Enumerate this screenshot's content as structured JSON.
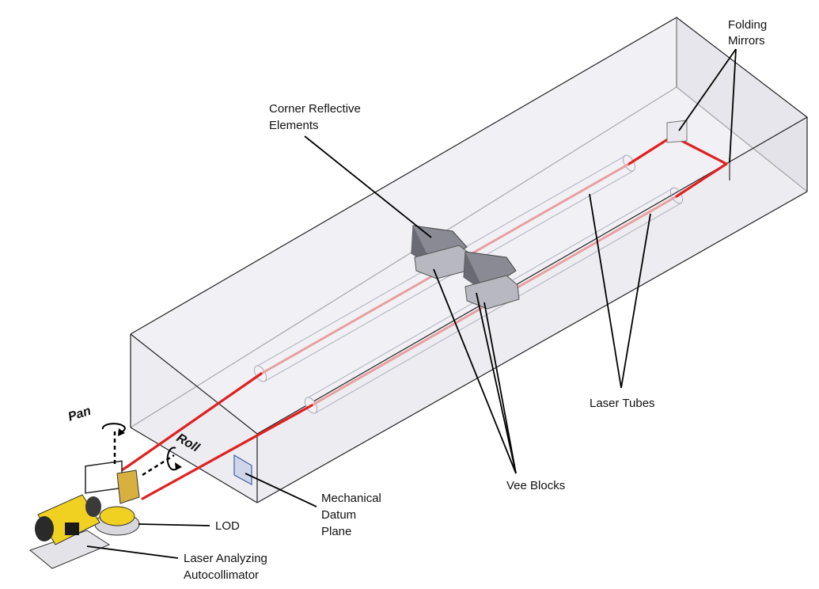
{
  "labels": {
    "folding_mirrors_1": "Folding",
    "folding_mirrors_2": "Mirrors",
    "corner_reflective_1": "Corner Reflective",
    "corner_reflective_2": "Elements",
    "laser_tubes": "Laser Tubes",
    "vee_blocks": "Vee Blocks",
    "mechanical_1": "Mechanical",
    "mechanical_2": "Datum",
    "mechanical_3": "Plane",
    "lod": "LOD",
    "laser_analyzing_1": "Laser Analyzing",
    "laser_analyzing_2": "Autocollimator",
    "pan": "Pan",
    "roll": "Roll"
  },
  "colors": {
    "laser": "#e02020",
    "laser_inside": "#e8a0a0",
    "box_face": "#e4e4ea",
    "instrument_yellow": "#f0d020",
    "vee_block": "#9a9aa0"
  }
}
